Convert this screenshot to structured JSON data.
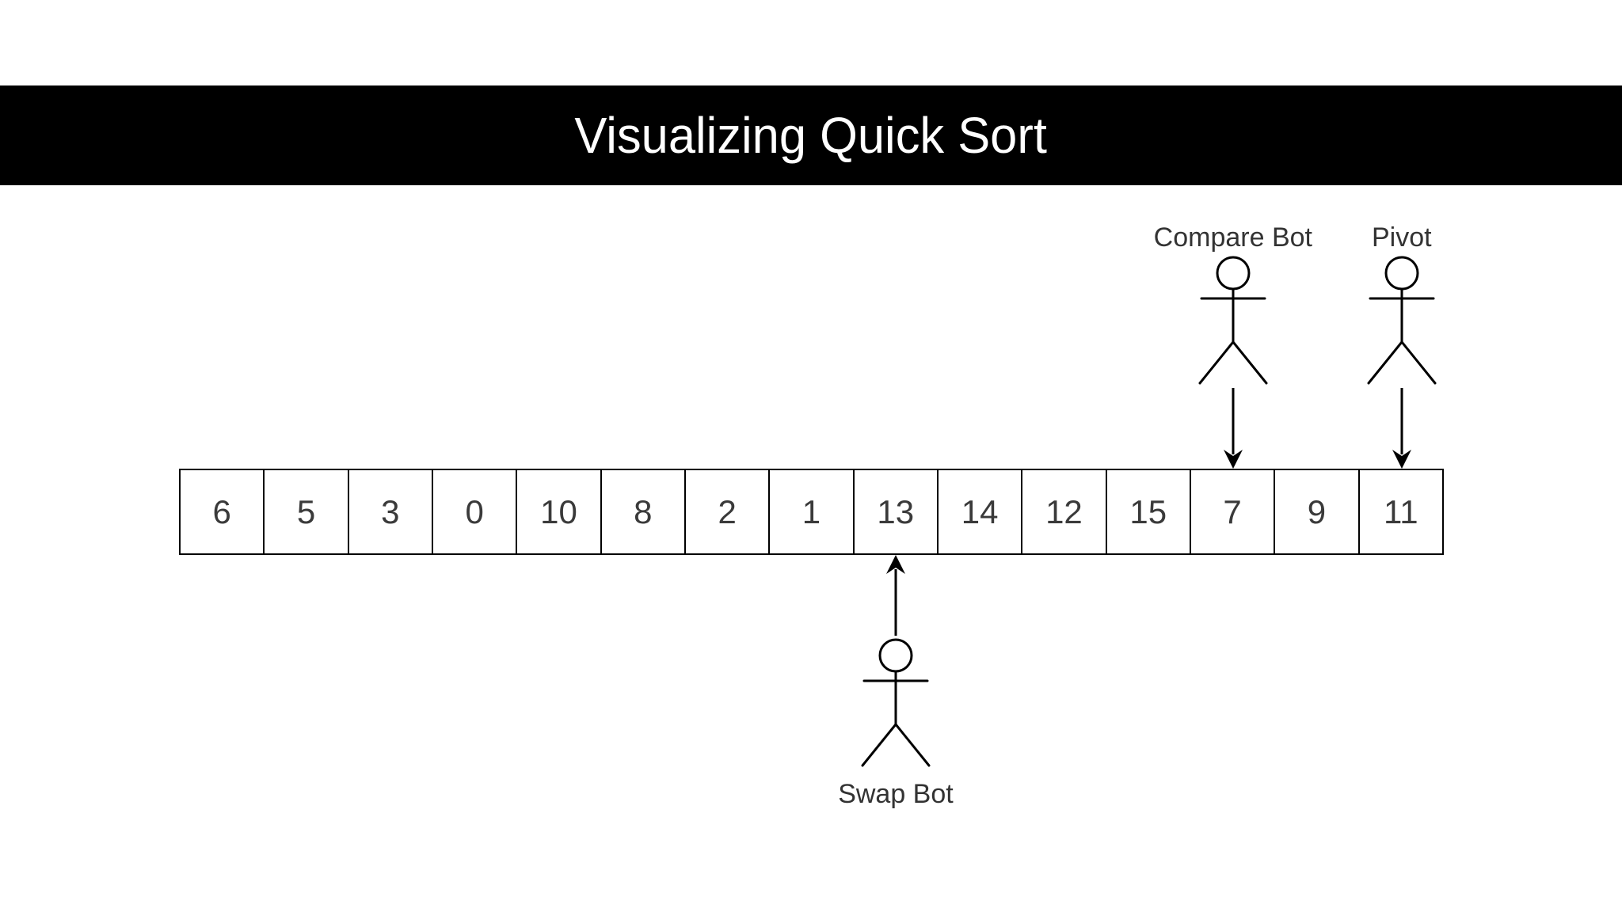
{
  "title": "Visualizing Quick Sort",
  "colors": {
    "background": "#ffffff",
    "title_bar_bg": "#000000",
    "title_text": "#ffffff",
    "stroke": "#000000",
    "cell_text": "#3a3a3a",
    "label_text": "#333333"
  },
  "array": {
    "values": [
      "6",
      "5",
      "3",
      "0",
      "10",
      "8",
      "2",
      "1",
      "13",
      "14",
      "12",
      "15",
      "7",
      "9",
      "11"
    ]
  },
  "actors": {
    "compare": {
      "label": "Compare Bot",
      "icon": "stick-figure-icon",
      "arrow": "arrow-down-icon",
      "target_index": 12,
      "target_value": "7",
      "position": "above"
    },
    "pivot": {
      "label": "Pivot",
      "icon": "stick-figure-icon",
      "arrow": "arrow-down-icon",
      "target_index": 14,
      "target_value": "11",
      "position": "above"
    },
    "swap": {
      "label": "Swap Bot",
      "icon": "stick-figure-icon",
      "arrow": "arrow-up-icon",
      "target_index": 8,
      "target_value": "13",
      "position": "below"
    }
  }
}
